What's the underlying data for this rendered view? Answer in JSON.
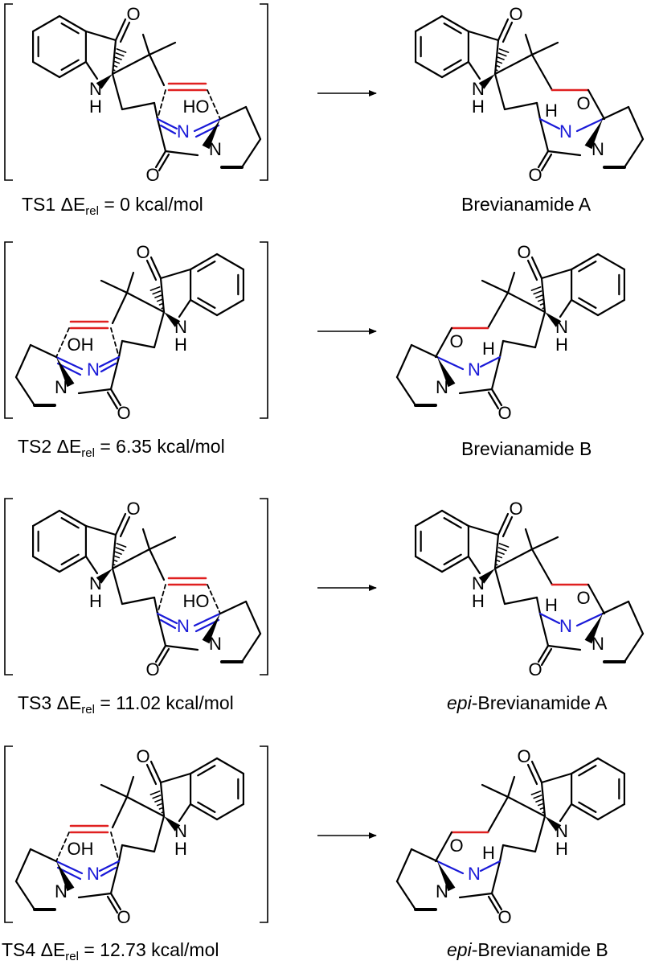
{
  "rows": [
    {
      "ts": {
        "name": "TS1",
        "symbol": "ΔE",
        "sub": "rel",
        "value": "= 0 kcal/mol"
      },
      "product": {
        "prefix": "",
        "name": "Brevianamide A"
      },
      "mirrored": false
    },
    {
      "ts": {
        "name": "TS2",
        "symbol": "ΔE",
        "sub": "rel",
        "value": "= 6.35 kcal/mol"
      },
      "product": {
        "prefix": "",
        "name": "Brevianamide B"
      },
      "mirrored": true
    },
    {
      "ts": {
        "name": "TS3",
        "symbol": "ΔE",
        "sub": "rel",
        "value": "= 11.02 kcal/mol"
      },
      "product": {
        "prefix": "epi",
        "name": "-Brevianamide A"
      },
      "mirrored": false
    },
    {
      "ts": {
        "name": "TS4",
        "symbol": "ΔE",
        "sub": "rel",
        "value": "= 12.73 kcal/mol"
      },
      "product": {
        "prefix": "epi",
        "name": "-Brevianamide B"
      },
      "mirrored": true
    }
  ],
  "atoms": {
    "oxygen": "O",
    "nitrogen": "N",
    "hydrogen": "H",
    "hydroxyl": "HO",
    "hydroxyl_mirrored": "OH",
    "amine": "NH"
  },
  "colors": {
    "forming_bond": "#e02020",
    "azadiene": "#1a1ad8",
    "ink": "#000000"
  }
}
